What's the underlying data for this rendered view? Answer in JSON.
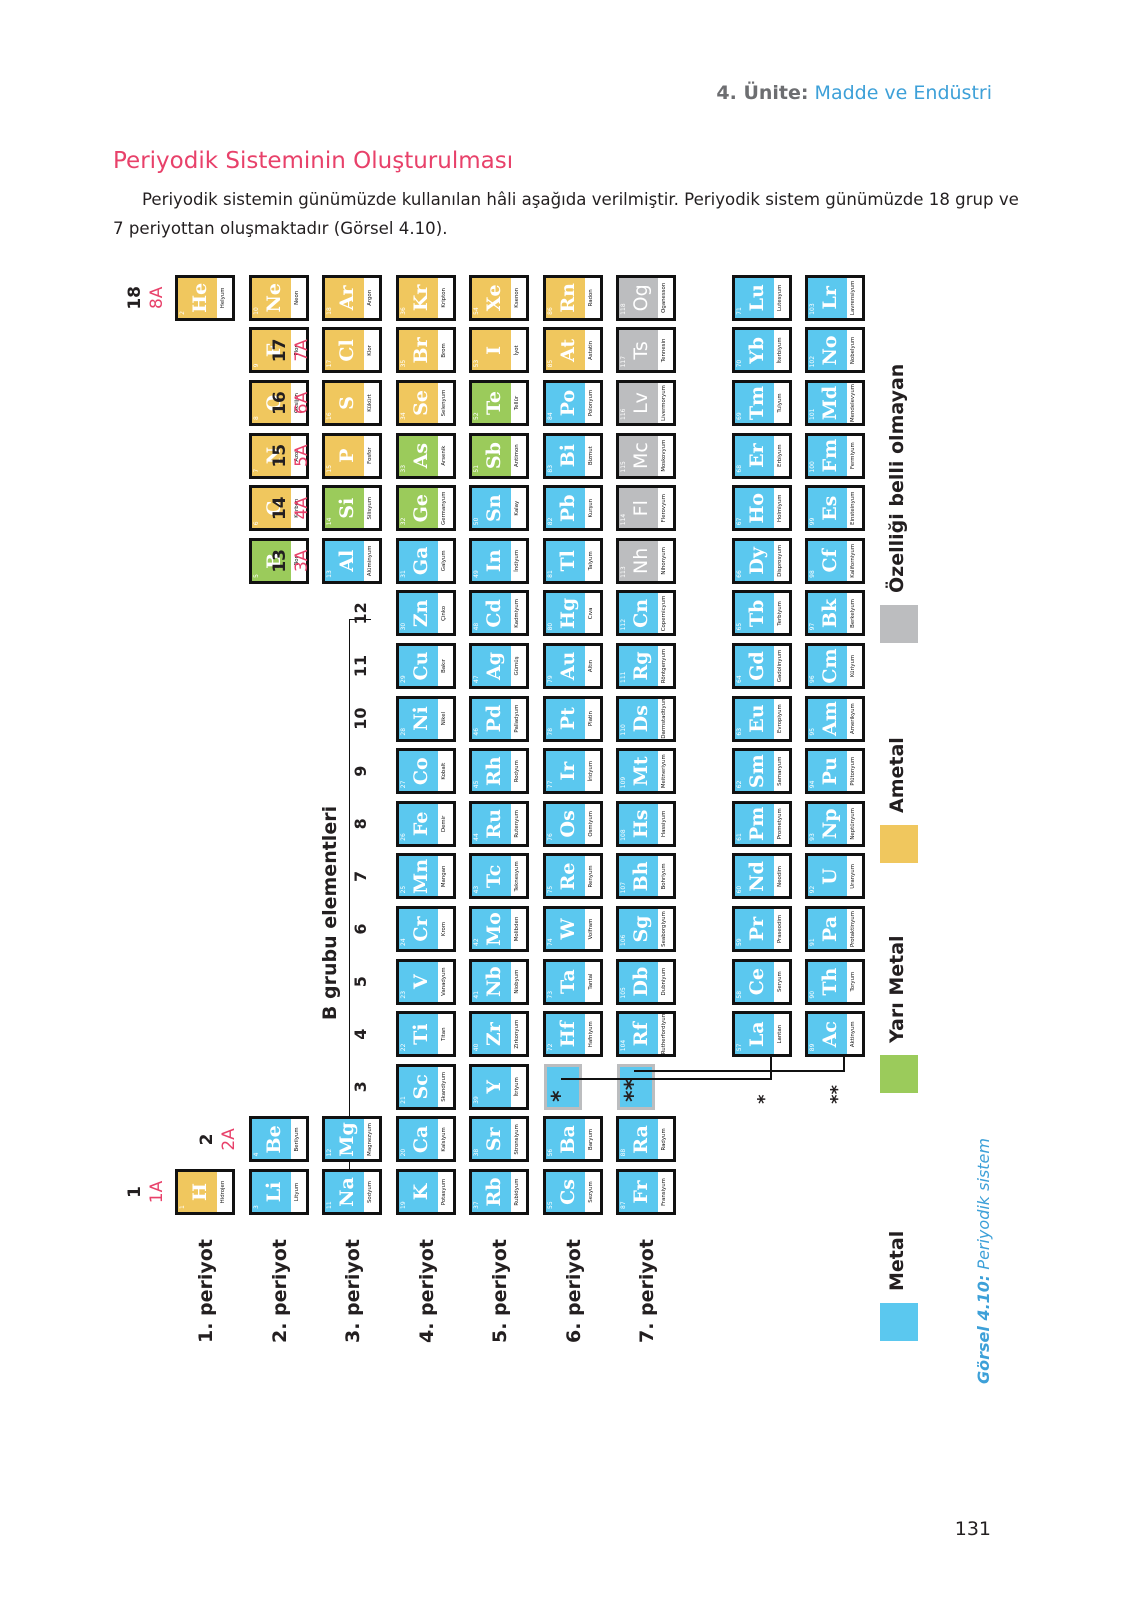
{
  "header": {
    "unit": "4. Ünite:",
    "subject": "Madde ve Endüstri"
  },
  "title": "Periyodik Sisteminin Oluşturulması",
  "intro": "Periyodik sistemin günümüzde kullanılan hâli aşağıda verilmiştir. Periyodik sistem günümüzde 18 grup ve 7 periyottan oluşmaktadır (Görsel 4.10).",
  "page_number": "131",
  "caption": {
    "label": "Görsel 4.10:",
    "text": "Periyodik sistem"
  },
  "table": {
    "category_colors": {
      "metal": "#5bc8ef",
      "semimetal": "#9bcb5b",
      "nonmetal": "#f0c75e",
      "unknown": "#bcbdbf"
    },
    "period_labels": [
      "1. periyot",
      "2. periyot",
      "3. periyot",
      "4. periyot",
      "5. periyot",
      "6. periyot",
      "7. periyot"
    ],
    "group_headers": [
      {
        "group": 1,
        "num": "1",
        "letter": "1A"
      },
      {
        "group": 2,
        "num": "2",
        "letter": "2A"
      },
      {
        "group": 13,
        "num": "13",
        "letter": "3A"
      },
      {
        "group": 14,
        "num": "14",
        "letter": "4A"
      },
      {
        "group": 15,
        "num": "15",
        "letter": "5A"
      },
      {
        "group": 16,
        "num": "16",
        "letter": "6A"
      },
      {
        "group": 17,
        "num": "17",
        "letter": "7A"
      },
      {
        "group": 18,
        "num": "18",
        "letter": "8A"
      }
    ],
    "b_group": {
      "label": "B grubu elementleri",
      "numbers": [
        "3",
        "4",
        "5",
        "6",
        "7",
        "8",
        "9",
        "10",
        "11",
        "12"
      ]
    },
    "markers": {
      "lanthanide": "*",
      "actinide": "**"
    },
    "legend": [
      {
        "label": "Metal",
        "color": "#5bc8ef"
      },
      {
        "label": "Yarı Metal",
        "color": "#9bcb5b"
      },
      {
        "label": "Ametal",
        "color": "#f0c75e"
      },
      {
        "label": "Özelliği belli olmayan",
        "color": "#bcbdbf"
      }
    ],
    "elements": [
      {
        "n": "1",
        "s": "H",
        "name": "Hidrojen",
        "c": "nonmetal",
        "p": 1,
        "g": 1
      },
      {
        "n": "2",
        "s": "He",
        "name": "Helyum",
        "c": "nonmetal",
        "p": 1,
        "g": 18
      },
      {
        "n": "3",
        "s": "Li",
        "name": "Lityum",
        "c": "metal",
        "p": 2,
        "g": 1
      },
      {
        "n": "4",
        "s": "Be",
        "name": "Berilyum",
        "c": "metal",
        "p": 2,
        "g": 2
      },
      {
        "n": "5",
        "s": "B",
        "name": "Bor",
        "c": "semimetal",
        "p": 2,
        "g": 13
      },
      {
        "n": "6",
        "s": "C",
        "name": "Karbon",
        "c": "nonmetal",
        "p": 2,
        "g": 14
      },
      {
        "n": "7",
        "s": "N",
        "name": "Azot",
        "c": "nonmetal",
        "p": 2,
        "g": 15
      },
      {
        "n": "8",
        "s": "O",
        "name": "Oksijen",
        "c": "nonmetal",
        "p": 2,
        "g": 16
      },
      {
        "n": "9",
        "s": "F",
        "name": "Flor",
        "c": "nonmetal",
        "p": 2,
        "g": 17
      },
      {
        "n": "10",
        "s": "Ne",
        "name": "Neon",
        "c": "nonmetal",
        "p": 2,
        "g": 18
      },
      {
        "n": "11",
        "s": "Na",
        "name": "Sodyum",
        "c": "metal",
        "p": 3,
        "g": 1
      },
      {
        "n": "12",
        "s": "Mg",
        "name": "Magnezyum",
        "c": "metal",
        "p": 3,
        "g": 2
      },
      {
        "n": "13",
        "s": "Al",
        "name": "Alüminyum",
        "c": "metal",
        "p": 3,
        "g": 13
      },
      {
        "n": "14",
        "s": "Si",
        "name": "Silisyum",
        "c": "semimetal",
        "p": 3,
        "g": 14
      },
      {
        "n": "15",
        "s": "P",
        "name": "Fosfor",
        "c": "nonmetal",
        "p": 3,
        "g": 15
      },
      {
        "n": "16",
        "s": "S",
        "name": "Kükürt",
        "c": "nonmetal",
        "p": 3,
        "g": 16
      },
      {
        "n": "17",
        "s": "Cl",
        "name": "Klor",
        "c": "nonmetal",
        "p": 3,
        "g": 17
      },
      {
        "n": "18",
        "s": "Ar",
        "name": "Argon",
        "c": "nonmetal",
        "p": 3,
        "g": 18
      },
      {
        "n": "19",
        "s": "K",
        "name": "Potasyum",
        "c": "metal",
        "p": 4,
        "g": 1
      },
      {
        "n": "20",
        "s": "Ca",
        "name": "Kalsiyum",
        "c": "metal",
        "p": 4,
        "g": 2
      },
      {
        "n": "21",
        "s": "Sc",
        "name": "Skandiyum",
        "c": "metal",
        "p": 4,
        "g": 3
      },
      {
        "n": "22",
        "s": "Ti",
        "name": "Titan",
        "c": "metal",
        "p": 4,
        "g": 4
      },
      {
        "n": "23",
        "s": "V",
        "name": "Vanadyum",
        "c": "metal",
        "p": 4,
        "g": 5
      },
      {
        "n": "24",
        "s": "Cr",
        "name": "Krom",
        "c": "metal",
        "p": 4,
        "g": 6
      },
      {
        "n": "25",
        "s": "Mn",
        "name": "Mangan",
        "c": "metal",
        "p": 4,
        "g": 7
      },
      {
        "n": "26",
        "s": "Fe",
        "name": "Demir",
        "c": "metal",
        "p": 4,
        "g": 8
      },
      {
        "n": "27",
        "s": "Co",
        "name": "Kobalt",
        "c": "metal",
        "p": 4,
        "g": 9
      },
      {
        "n": "28",
        "s": "Ni",
        "name": "Nikel",
        "c": "metal",
        "p": 4,
        "g": 10
      },
      {
        "n": "29",
        "s": "Cu",
        "name": "Bakır",
        "c": "metal",
        "p": 4,
        "g": 11
      },
      {
        "n": "30",
        "s": "Zn",
        "name": "Çinko",
        "c": "metal",
        "p": 4,
        "g": 12
      },
      {
        "n": "31",
        "s": "Ga",
        "name": "Galyum",
        "c": "metal",
        "p": 4,
        "g": 13
      },
      {
        "n": "32",
        "s": "Ge",
        "name": "Germanyum",
        "c": "semimetal",
        "p": 4,
        "g": 14
      },
      {
        "n": "33",
        "s": "As",
        "name": "Arsenik",
        "c": "semimetal",
        "p": 4,
        "g": 15
      },
      {
        "n": "34",
        "s": "Se",
        "name": "Selenyum",
        "c": "nonmetal",
        "p": 4,
        "g": 16
      },
      {
        "n": "35",
        "s": "Br",
        "name": "Brom",
        "c": "nonmetal",
        "p": 4,
        "g": 17
      },
      {
        "n": "36",
        "s": "Kr",
        "name": "Kripton",
        "c": "nonmetal",
        "p": 4,
        "g": 18
      },
      {
        "n": "37",
        "s": "Rb",
        "name": "Rubidyum",
        "c": "metal",
        "p": 5,
        "g": 1
      },
      {
        "n": "38",
        "s": "Sr",
        "name": "Stronsiyum",
        "c": "metal",
        "p": 5,
        "g": 2
      },
      {
        "n": "39",
        "s": "Y",
        "name": "İtriyum",
        "c": "metal",
        "p": 5,
        "g": 3
      },
      {
        "n": "40",
        "s": "Zr",
        "name": "Zirkonyum",
        "c": "metal",
        "p": 5,
        "g": 4
      },
      {
        "n": "41",
        "s": "Nb",
        "name": "Niobyum",
        "c": "metal",
        "p": 5,
        "g": 5
      },
      {
        "n": "42",
        "s": "Mo",
        "name": "Molibden",
        "c": "metal",
        "p": 5,
        "g": 6
      },
      {
        "n": "43",
        "s": "Tc",
        "name": "Teknesyum",
        "c": "metal",
        "p": 5,
        "g": 7
      },
      {
        "n": "44",
        "s": "Ru",
        "name": "Rutenyum",
        "c": "metal",
        "p": 5,
        "g": 8
      },
      {
        "n": "45",
        "s": "Rh",
        "name": "Rodyum",
        "c": "metal",
        "p": 5,
        "g": 9
      },
      {
        "n": "46",
        "s": "Pd",
        "name": "Palladyum",
        "c": "metal",
        "p": 5,
        "g": 10
      },
      {
        "n": "47",
        "s": "Ag",
        "name": "Gümüş",
        "c": "metal",
        "p": 5,
        "g": 11
      },
      {
        "n": "48",
        "s": "Cd",
        "name": "Kadmiyum",
        "c": "metal",
        "p": 5,
        "g": 12
      },
      {
        "n": "49",
        "s": "In",
        "name": "İndiyum",
        "c": "metal",
        "p": 5,
        "g": 13
      },
      {
        "n": "50",
        "s": "Sn",
        "name": "Kalay",
        "c": "metal",
        "p": 5,
        "g": 14
      },
      {
        "n": "51",
        "s": "Sb",
        "name": "Antimon",
        "c": "semimetal",
        "p": 5,
        "g": 15
      },
      {
        "n": "52",
        "s": "Te",
        "name": "Tellür",
        "c": "semimetal",
        "p": 5,
        "g": 16
      },
      {
        "n": "53",
        "s": "I",
        "name": "İyot",
        "c": "nonmetal",
        "p": 5,
        "g": 17
      },
      {
        "n": "54",
        "s": "Xe",
        "name": "Ksenon",
        "c": "nonmetal",
        "p": 5,
        "g": 18
      },
      {
        "n": "55",
        "s": "Cs",
        "name": "Sezyum",
        "c": "metal",
        "p": 6,
        "g": 1
      },
      {
        "n": "56",
        "s": "Ba",
        "name": "Baryum",
        "c": "metal",
        "p": 6,
        "g": 2
      },
      {
        "n": "72",
        "s": "Hf",
        "name": "Hafniyum",
        "c": "metal",
        "p": 6,
        "g": 4
      },
      {
        "n": "73",
        "s": "Ta",
        "name": "Tantal",
        "c": "metal",
        "p": 6,
        "g": 5
      },
      {
        "n": "74",
        "s": "W",
        "name": "Volfram",
        "c": "metal",
        "p": 6,
        "g": 6
      },
      {
        "n": "75",
        "s": "Re",
        "name": "Renyum",
        "c": "metal",
        "p": 6,
        "g": 7
      },
      {
        "n": "76",
        "s": "Os",
        "name": "Osmiyum",
        "c": "metal",
        "p": 6,
        "g": 8
      },
      {
        "n": "77",
        "s": "Ir",
        "name": "İridyum",
        "c": "metal",
        "p": 6,
        "g": 9
      },
      {
        "n": "78",
        "s": "Pt",
        "name": "Platin",
        "c": "metal",
        "p": 6,
        "g": 10
      },
      {
        "n": "79",
        "s": "Au",
        "name": "Altın",
        "c": "metal",
        "p": 6,
        "g": 11
      },
      {
        "n": "80",
        "s": "Hg",
        "name": "Cıva",
        "c": "metal",
        "p": 6,
        "g": 12
      },
      {
        "n": "81",
        "s": "Tl",
        "name": "Talyum",
        "c": "metal",
        "p": 6,
        "g": 13
      },
      {
        "n": "82",
        "s": "Pb",
        "name": "Kurşun",
        "c": "metal",
        "p": 6,
        "g": 14
      },
      {
        "n": "83",
        "s": "Bi",
        "name": "Bizmut",
        "c": "metal",
        "p": 6,
        "g": 15
      },
      {
        "n": "84",
        "s": "Po",
        "name": "Polonyum",
        "c": "metal",
        "p": 6,
        "g": 16
      },
      {
        "n": "85",
        "s": "At",
        "name": "Astatin",
        "c": "nonmetal",
        "p": 6,
        "g": 17
      },
      {
        "n": "86",
        "s": "Rn",
        "name": "Radon",
        "c": "nonmetal",
        "p": 6,
        "g": 18
      },
      {
        "n": "87",
        "s": "Fr",
        "name": "Fransiyum",
        "c": "metal",
        "p": 7,
        "g": 1
      },
      {
        "n": "88",
        "s": "Ra",
        "name": "Radyum",
        "c": "metal",
        "p": 7,
        "g": 2
      },
      {
        "n": "104",
        "s": "Rf",
        "name": "Rutherfordiyum",
        "c": "metal",
        "p": 7,
        "g": 4
      },
      {
        "n": "105",
        "s": "Db",
        "name": "Dubniyum",
        "c": "metal",
        "p": 7,
        "g": 5
      },
      {
        "n": "106",
        "s": "Sg",
        "name": "Seaborgiyum",
        "c": "metal",
        "p": 7,
        "g": 6
      },
      {
        "n": "107",
        "s": "Bh",
        "name": "Bohriyum",
        "c": "metal",
        "p": 7,
        "g": 7
      },
      {
        "n": "108",
        "s": "Hs",
        "name": "Hassiyum",
        "c": "metal",
        "p": 7,
        "g": 8
      },
      {
        "n": "109",
        "s": "Mt",
        "name": "Meitneriyum",
        "c": "metal",
        "p": 7,
        "g": 9
      },
      {
        "n": "110",
        "s": "Ds",
        "name": "Darmstadtiyum",
        "c": "metal",
        "p": 7,
        "g": 10
      },
      {
        "n": "111",
        "s": "Rg",
        "name": "Röntgenyum",
        "c": "metal",
        "p": 7,
        "g": 11
      },
      {
        "n": "112",
        "s": "Cn",
        "name": "Copernicyum",
        "c": "metal",
        "p": 7,
        "g": 12
      },
      {
        "n": "113",
        "s": "Nh",
        "name": "Nihonyum",
        "c": "unknown",
        "p": 7,
        "g": 13
      },
      {
        "n": "114",
        "s": "Fl",
        "name": "Flerovyum",
        "c": "unknown",
        "p": 7,
        "g": 14
      },
      {
        "n": "115",
        "s": "Mc",
        "name": "Moskovyum",
        "c": "unknown",
        "p": 7,
        "g": 15
      },
      {
        "n": "116",
        "s": "Lv",
        "name": "Livermoryum",
        "c": "unknown",
        "p": 7,
        "g": 16
      },
      {
        "n": "117",
        "s": "Ts",
        "name": "Tennesin",
        "c": "unknown",
        "p": 7,
        "g": 17
      },
      {
        "n": "118",
        "s": "Og",
        "name": "Oganesson",
        "c": "unknown",
        "p": 7,
        "g": 18
      },
      {
        "n": "57",
        "s": "La",
        "name": "Lantan",
        "c": "metal",
        "p": 8,
        "g": 4
      },
      {
        "n": "58",
        "s": "Ce",
        "name": "Seryum",
        "c": "metal",
        "p": 8,
        "g": 5
      },
      {
        "n": "59",
        "s": "Pr",
        "name": "Praseodim",
        "c": "metal",
        "p": 8,
        "g": 6
      },
      {
        "n": "60",
        "s": "Nd",
        "name": "Neodim",
        "c": "metal",
        "p": 8,
        "g": 7
      },
      {
        "n": "61",
        "s": "Pm",
        "name": "Prometyum",
        "c": "metal",
        "p": 8,
        "g": 8
      },
      {
        "n": "62",
        "s": "Sm",
        "name": "Samaryum",
        "c": "metal",
        "p": 8,
        "g": 9
      },
      {
        "n": "63",
        "s": "Eu",
        "name": "Evropiyum",
        "c": "metal",
        "p": 8,
        "g": 10
      },
      {
        "n": "64",
        "s": "Gd",
        "name": "Gadolinyum",
        "c": "metal",
        "p": 8,
        "g": 11
      },
      {
        "n": "65",
        "s": "Tb",
        "name": "Terbiyum",
        "c": "metal",
        "p": 8,
        "g": 12
      },
      {
        "n": "66",
        "s": "Dy",
        "name": "Disprosyum",
        "c": "metal",
        "p": 8,
        "g": 13
      },
      {
        "n": "67",
        "s": "Ho",
        "name": "Holmiyum",
        "c": "metal",
        "p": 8,
        "g": 14
      },
      {
        "n": "68",
        "s": "Er",
        "name": "Erbiyum",
        "c": "metal",
        "p": 8,
        "g": 15
      },
      {
        "n": "69",
        "s": "Tm",
        "name": "Tulyum",
        "c": "metal",
        "p": 8,
        "g": 16
      },
      {
        "n": "70",
        "s": "Yb",
        "name": "İterbiyum",
        "c": "metal",
        "p": 8,
        "g": 17
      },
      {
        "n": "71",
        "s": "Lu",
        "name": "Lutesyum",
        "c": "metal",
        "p": 8,
        "g": 18
      },
      {
        "n": "89",
        "s": "Ac",
        "name": "Aktinyum",
        "c": "metal",
        "p": 9,
        "g": 4
      },
      {
        "n": "90",
        "s": "Th",
        "name": "Toryum",
        "c": "metal",
        "p": 9,
        "g": 5
      },
      {
        "n": "91",
        "s": "Pa",
        "name": "Protaktinyum",
        "c": "metal",
        "p": 9,
        "g": 6
      },
      {
        "n": "92",
        "s": "U",
        "name": "Uranyum",
        "c": "metal",
        "p": 9,
        "g": 7
      },
      {
        "n": "93",
        "s": "Np",
        "name": "Neptünyum",
        "c": "metal",
        "p": 9,
        "g": 8
      },
      {
        "n": "94",
        "s": "Pu",
        "name": "Plütonyum",
        "c": "metal",
        "p": 9,
        "g": 9
      },
      {
        "n": "95",
        "s": "Am",
        "name": "Amerikyum",
        "c": "metal",
        "p": 9,
        "g": 10
      },
      {
        "n": "96",
        "s": "Cm",
        "name": "Küriyum",
        "c": "metal",
        "p": 9,
        "g": 11
      },
      {
        "n": "97",
        "s": "Bk",
        "name": "Berkelyum",
        "c": "metal",
        "p": 9,
        "g": 12
      },
      {
        "n": "98",
        "s": "Cf",
        "name": "Kaliforniyum",
        "c": "metal",
        "p": 9,
        "g": 13
      },
      {
        "n": "99",
        "s": "Es",
        "name": "Einsteinyum",
        "c": "metal",
        "p": 9,
        "g": 14
      },
      {
        "n": "100",
        "s": "Fm",
        "name": "Fermiyum",
        "c": "metal",
        "p": 9,
        "g": 15
      },
      {
        "n": "101",
        "s": "Md",
        "name": "Mendelevyum",
        "c": "metal",
        "p": 9,
        "g": 16
      },
      {
        "n": "102",
        "s": "No",
        "name": "Nobelyum",
        "c": "metal",
        "p": 9,
        "g": 17
      },
      {
        "n": "103",
        "s": "Lr",
        "name": "Lavrensiyum",
        "c": "metal",
        "p": 9,
        "g": 18
      }
    ]
  }
}
